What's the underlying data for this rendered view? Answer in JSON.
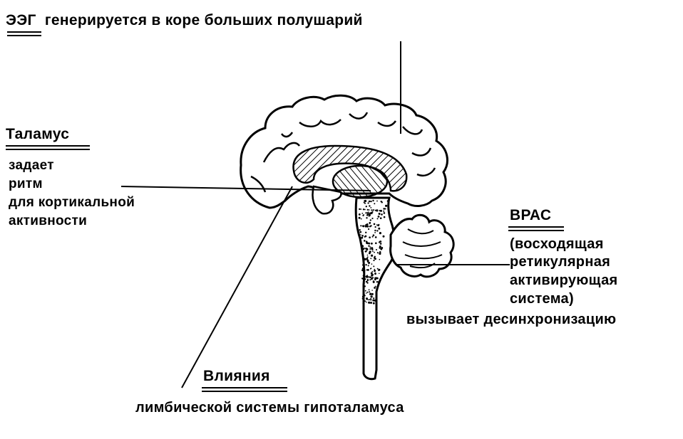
{
  "eeg": {
    "head": "ЭЭГ",
    "rest": "генерируется в коре больших полушарий"
  },
  "thalamus": {
    "title": "Таламус",
    "lines": [
      "задает",
      "ритм",
      "для кортикальной",
      "активности"
    ]
  },
  "aras": {
    "title": "ВРАС",
    "lines": [
      "(восходящая",
      "ретикулярная",
      "активирующая",
      "система)",
      "вызывает десинхронизацию"
    ]
  },
  "limbic": {
    "title": "Влияния",
    "line": "лимбической системы гипоталамуса"
  }
}
